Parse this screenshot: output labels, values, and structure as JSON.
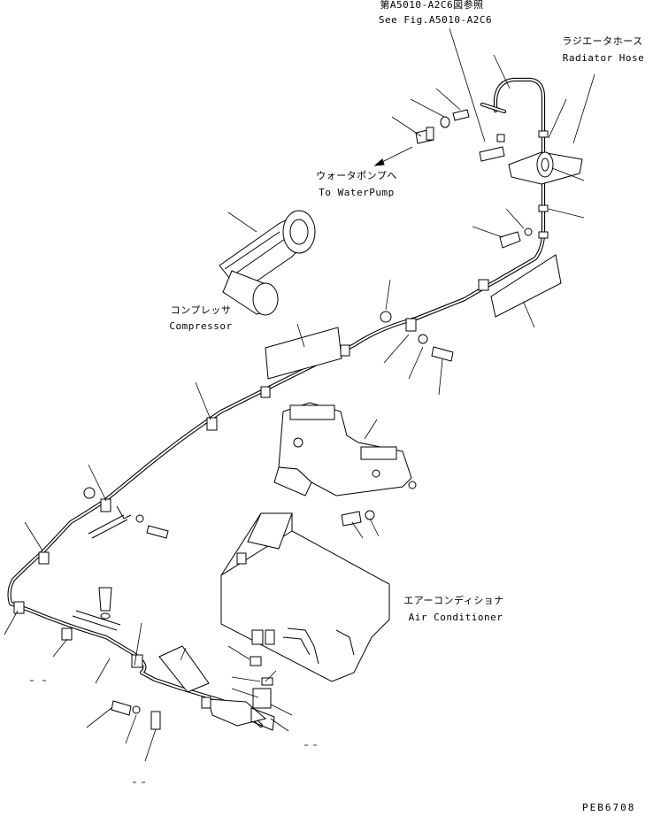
{
  "labels": {
    "see_fig_jp": "第A5010-A2C6図参照",
    "see_fig_en": "See Fig.A5010-A2C6",
    "radiator_jp": "ラジエータホース",
    "radiator_en": "Radiator Hose",
    "waterpump_jp": "ウォータポンプへ",
    "waterpump_en": "To WaterPump",
    "compressor_jp": "コンプレッサ",
    "compressor_en": "Compressor",
    "aircon_jp": "エアーコンディショナ",
    "aircon_en": "Air Conditioner",
    "drawing_code": "PEB6708"
  }
}
